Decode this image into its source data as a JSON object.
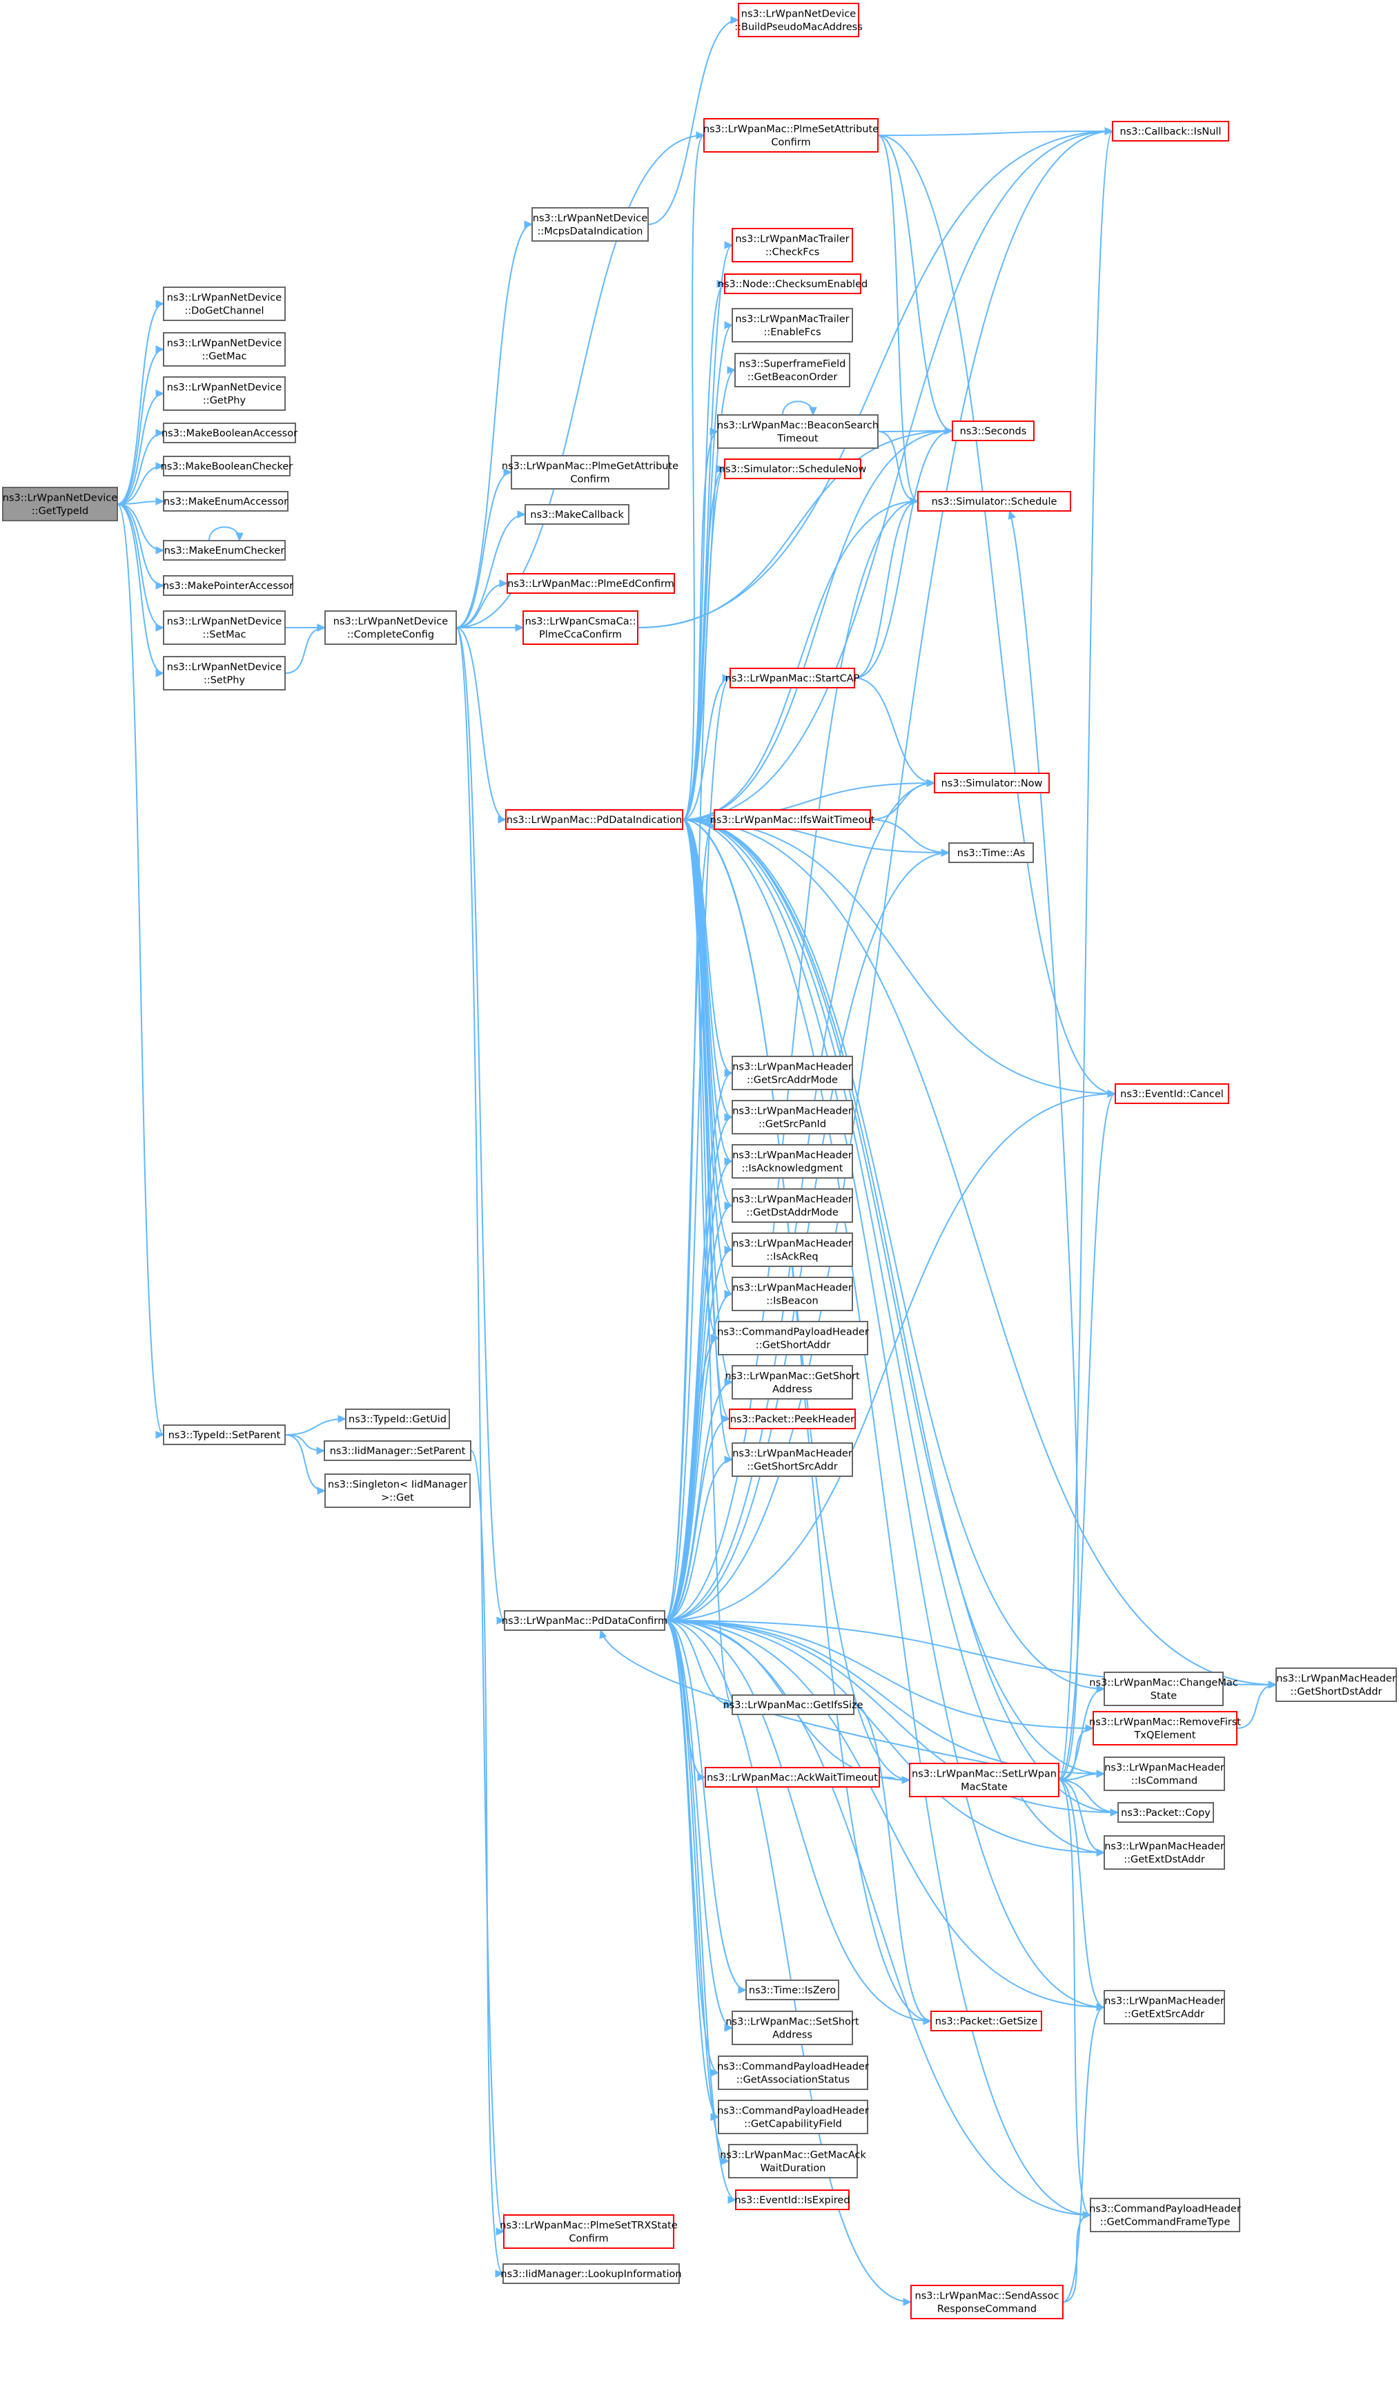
{
  "colors": {
    "edge": "#63b8ff",
    "root_fill": "#999999",
    "root_border": "#666666",
    "node_fill": "#ffffff",
    "plain_border": "#666666",
    "truncated_border": "#ff0000",
    "text": "#000000"
  },
  "nodes": [
    {
      "id": "root",
      "lines": [
        "ns3::LrWpanNetDevice",
        "::GetTypeId"
      ],
      "style": "root"
    },
    {
      "id": "doGetChannel",
      "lines": [
        "ns3::LrWpanNetDevice",
        "::DoGetChannel"
      ],
      "style": "plain"
    },
    {
      "id": "getMac",
      "lines": [
        "ns3::LrWpanNetDevice",
        "::GetMac"
      ],
      "style": "plain"
    },
    {
      "id": "getPhy",
      "lines": [
        "ns3::LrWpanNetDevice",
        "::GetPhy"
      ],
      "style": "plain"
    },
    {
      "id": "boolAccessor",
      "lines": [
        "ns3::MakeBooleanAccessor"
      ],
      "style": "plain"
    },
    {
      "id": "boolChecker",
      "lines": [
        "ns3::MakeBooleanChecker"
      ],
      "style": "plain"
    },
    {
      "id": "enumAccessor",
      "lines": [
        "ns3::MakeEnumAccessor"
      ],
      "style": "plain"
    },
    {
      "id": "enumChecker",
      "lines": [
        "ns3::MakeEnumChecker"
      ],
      "style": "plain"
    },
    {
      "id": "ptrAccessor",
      "lines": [
        "ns3::MakePointerAccessor"
      ],
      "style": "plain"
    },
    {
      "id": "setMac",
      "lines": [
        "ns3::LrWpanNetDevice",
        "::SetMac"
      ],
      "style": "plain"
    },
    {
      "id": "setPhy",
      "lines": [
        "ns3::LrWpanNetDevice",
        "::SetPhy"
      ],
      "style": "plain"
    },
    {
      "id": "typeSetParent",
      "lines": [
        "ns3::TypeId::SetParent"
      ],
      "style": "plain"
    },
    {
      "id": "completeConfig",
      "lines": [
        "ns3::LrWpanNetDevice",
        "::CompleteConfig"
      ],
      "style": "plain"
    },
    {
      "id": "typeGetUid",
      "lines": [
        "ns3::TypeId::GetUid"
      ],
      "style": "plain"
    },
    {
      "id": "iidSetParent",
      "lines": [
        "ns3::IidManager::SetParent"
      ],
      "style": "plain"
    },
    {
      "id": "singletonGet",
      "lines": [
        "ns3::Singleton< IidManager",
        ">::Get"
      ],
      "style": "plain"
    },
    {
      "id": "mcpsData",
      "lines": [
        "ns3::LrWpanNetDevice",
        "::McpsDataIndication"
      ],
      "style": "plain"
    },
    {
      "id": "plmeGetAttr",
      "lines": [
        "ns3::LrWpanMac::PlmeGetAttribute",
        "Confirm"
      ],
      "style": "plain"
    },
    {
      "id": "makeCallback",
      "lines": [
        "ns3::MakeCallback"
      ],
      "style": "plain"
    },
    {
      "id": "plmeEd",
      "lines": [
        "ns3::LrWpanMac::PlmeEdConfirm"
      ],
      "style": "truncated"
    },
    {
      "id": "plmeCca",
      "lines": [
        "ns3::LrWpanCsmaCa::",
        "PlmeCcaConfirm"
      ],
      "style": "truncated"
    },
    {
      "id": "pdDataInd",
      "lines": [
        "ns3::LrWpanMac::PdDataIndication"
      ],
      "style": "truncated"
    },
    {
      "id": "pdDataConf",
      "lines": [
        "ns3::LrWpanMac::PdDataConfirm"
      ],
      "style": "plain"
    },
    {
      "id": "plmeSetTrx",
      "lines": [
        "ns3::LrWpanMac::PlmeSetTRXState",
        "Confirm"
      ],
      "style": "truncated"
    },
    {
      "id": "lookupInfo",
      "lines": [
        "ns3::IidManager::LookupInformation"
      ],
      "style": "plain"
    },
    {
      "id": "buildPseudo",
      "lines": [
        "ns3::LrWpanNetDevice",
        "::BuildPseudoMacAddress"
      ],
      "style": "truncated"
    },
    {
      "id": "plmeSetAttr",
      "lines": [
        "ns3::LrWpanMac::PlmeSetAttribute",
        "Confirm"
      ],
      "style": "truncated"
    },
    {
      "id": "trailerCheck",
      "lines": [
        "ns3::LrWpanMacTrailer",
        "::CheckFcs"
      ],
      "style": "truncated"
    },
    {
      "id": "checksumEnabled",
      "lines": [
        "ns3::Node::ChecksumEnabled"
      ],
      "style": "truncated"
    },
    {
      "id": "trailerEnable",
      "lines": [
        "ns3::LrWpanMacTrailer",
        "::EnableFcs"
      ],
      "style": "plain"
    },
    {
      "id": "superframe",
      "lines": [
        "ns3::SuperframeField",
        "::GetBeaconOrder"
      ],
      "style": "plain"
    },
    {
      "id": "beaconSearch",
      "lines": [
        "ns3::LrWpanMac::BeaconSearch",
        "Timeout"
      ],
      "style": "plain"
    },
    {
      "id": "scheduleNow",
      "lines": [
        "ns3::Simulator::ScheduleNow"
      ],
      "style": "truncated"
    },
    {
      "id": "startCap",
      "lines": [
        "ns3::LrWpanMac::StartCAP"
      ],
      "style": "truncated"
    },
    {
      "id": "ifsWait",
      "lines": [
        "ns3::LrWpanMac::IfsWaitTimeout"
      ],
      "style": "truncated"
    },
    {
      "id": "hdrSrcAddrMode",
      "lines": [
        "ns3::LrWpanMacHeader",
        "::GetSrcAddrMode"
      ],
      "style": "plain"
    },
    {
      "id": "hdrSrcPanId",
      "lines": [
        "ns3::LrWpanMacHeader",
        "::GetSrcPanId"
      ],
      "style": "plain"
    },
    {
      "id": "hdrIsAck",
      "lines": [
        "ns3::LrWpanMacHeader",
        "::IsAcknowledgment"
      ],
      "style": "plain"
    },
    {
      "id": "hdrDstAddrMode",
      "lines": [
        "ns3::LrWpanMacHeader",
        "::GetDstAddrMode"
      ],
      "style": "plain"
    },
    {
      "id": "hdrIsAckReq",
      "lines": [
        "ns3::LrWpanMacHeader",
        "::IsAckReq"
      ],
      "style": "plain"
    },
    {
      "id": "hdrIsBeacon",
      "lines": [
        "ns3::LrWpanMacHeader",
        "::IsBeacon"
      ],
      "style": "plain"
    },
    {
      "id": "cmdShortAddr",
      "lines": [
        "ns3::CommandPayloadHeader",
        "::GetShortAddr"
      ],
      "style": "plain"
    },
    {
      "id": "macGetShort",
      "lines": [
        "ns3::LrWpanMac::GetShort",
        "Address"
      ],
      "style": "plain"
    },
    {
      "id": "peekHeader",
      "lines": [
        "ns3::Packet::PeekHeader"
      ],
      "style": "truncated"
    },
    {
      "id": "hdrShortSrc",
      "lines": [
        "ns3::LrWpanMacHeader",
        "::GetShortSrcAddr"
      ],
      "style": "plain"
    },
    {
      "id": "getIfsSize",
      "lines": [
        "ns3::LrWpanMac::GetIfsSize"
      ],
      "style": "plain"
    },
    {
      "id": "ackWait",
      "lines": [
        "ns3::LrWpanMac::AckWaitTimeout"
      ],
      "style": "truncated"
    },
    {
      "id": "timeIsZero",
      "lines": [
        "ns3::Time::IsZero"
      ],
      "style": "plain"
    },
    {
      "id": "setShortAddr",
      "lines": [
        "ns3::LrWpanMac::SetShort",
        "Address"
      ],
      "style": "plain"
    },
    {
      "id": "cmdAssocStatus",
      "lines": [
        "ns3::CommandPayloadHeader",
        "::GetAssociationStatus"
      ],
      "style": "plain"
    },
    {
      "id": "cmdCapField",
      "lines": [
        "ns3::CommandPayloadHeader",
        "::GetCapabilityField"
      ],
      "style": "plain"
    },
    {
      "id": "macAckWait",
      "lines": [
        "ns3::LrWpanMac::GetMacAck",
        "WaitDuration"
      ],
      "style": "plain"
    },
    {
      "id": "isExpired",
      "lines": [
        "ns3::EventId::IsExpired"
      ],
      "style": "truncated"
    },
    {
      "id": "sendAssoc",
      "lines": [
        "ns3::LrWpanMac::SendAssoc",
        "ResponseCommand"
      ],
      "style": "truncated"
    },
    {
      "id": "callbackIsNull",
      "lines": [
        "ns3::Callback::IsNull"
      ],
      "style": "truncated"
    },
    {
      "id": "seconds",
      "lines": [
        "ns3::Seconds"
      ],
      "style": "truncated"
    },
    {
      "id": "schedule",
      "lines": [
        "ns3::Simulator::Schedule"
      ],
      "style": "truncated"
    },
    {
      "id": "simNow",
      "lines": [
        "ns3::Simulator::Now"
      ],
      "style": "truncated"
    },
    {
      "id": "timeAs",
      "lines": [
        "ns3::Time::As"
      ],
      "style": "plain"
    },
    {
      "id": "eventCancel",
      "lines": [
        "ns3::EventId::Cancel"
      ],
      "style": "truncated"
    },
    {
      "id": "setState",
      "lines": [
        "ns3::LrWpanMac::SetLrWpan",
        "MacState"
      ],
      "style": "truncated"
    },
    {
      "id": "packetGetSize",
      "lines": [
        "ns3::Packet::GetSize"
      ],
      "style": "truncated"
    },
    {
      "id": "changeMac",
      "lines": [
        "ns3::LrWpanMac::ChangeMac",
        "State"
      ],
      "style": "plain"
    },
    {
      "id": "removeFirst",
      "lines": [
        "ns3::LrWpanMac::RemoveFirst",
        "TxQElement"
      ],
      "style": "truncated"
    },
    {
      "id": "hdrIsCommand",
      "lines": [
        "ns3::LrWpanMacHeader",
        "::IsCommand"
      ],
      "style": "plain"
    },
    {
      "id": "packetCopy",
      "lines": [
        "ns3::Packet::Copy"
      ],
      "style": "plain"
    },
    {
      "id": "hdrExtDst",
      "lines": [
        "ns3::LrWpanMacHeader",
        "::GetExtDstAddr"
      ],
      "style": "plain"
    },
    {
      "id": "hdrExtSrc",
      "lines": [
        "ns3::LrWpanMacHeader",
        "::GetExtSrcAddr"
      ],
      "style": "plain"
    },
    {
      "id": "cmdFrameType",
      "lines": [
        "ns3::CommandPayloadHeader",
        "::GetCommandFrameType"
      ],
      "style": "plain"
    },
    {
      "id": "hdrShortDst",
      "lines": [
        "ns3::LrWpanMacHeader",
        "::GetShortDstAddr"
      ],
      "style": "plain"
    }
  ],
  "edges": [
    [
      "root",
      "doGetChannel"
    ],
    [
      "root",
      "getMac"
    ],
    [
      "root",
      "getPhy"
    ],
    [
      "root",
      "boolAccessor"
    ],
    [
      "root",
      "boolChecker"
    ],
    [
      "root",
      "enumAccessor"
    ],
    [
      "root",
      "enumChecker"
    ],
    [
      "root",
      "ptrAccessor"
    ],
    [
      "root",
      "setMac"
    ],
    [
      "root",
      "setPhy"
    ],
    [
      "root",
      "typeSetParent"
    ],
    [
      "enumChecker",
      "enumChecker"
    ],
    [
      "setMac",
      "completeConfig"
    ],
    [
      "setPhy",
      "completeConfig"
    ],
    [
      "typeSetParent",
      "typeGetUid"
    ],
    [
      "typeSetParent",
      "iidSetParent"
    ],
    [
      "typeSetParent",
      "singletonGet"
    ],
    [
      "iidSetParent",
      "lookupInfo"
    ],
    [
      "completeConfig",
      "mcpsData"
    ],
    [
      "completeConfig",
      "plmeGetAttr"
    ],
    [
      "completeConfig",
      "makeCallback"
    ],
    [
      "completeConfig",
      "plmeEd"
    ],
    [
      "completeConfig",
      "plmeCca"
    ],
    [
      "completeConfig",
      "pdDataInd"
    ],
    [
      "completeConfig",
      "pdDataConf"
    ],
    [
      "completeConfig",
      "plmeSetTrx"
    ],
    [
      "completeConfig",
      "plmeSetAttr"
    ],
    [
      "mcpsData",
      "buildPseudo"
    ],
    [
      "plmeCca",
      "callbackIsNull"
    ],
    [
      "plmeCca",
      "seconds"
    ],
    [
      "plmeSetAttr",
      "callbackIsNull"
    ],
    [
      "plmeSetAttr",
      "seconds"
    ],
    [
      "plmeSetAttr",
      "schedule"
    ],
    [
      "plmeSetAttr",
      "eventCancel"
    ],
    [
      "beaconSearch",
      "beaconSearch"
    ],
    [
      "beaconSearch",
      "seconds"
    ],
    [
      "beaconSearch",
      "schedule"
    ],
    [
      "startCap",
      "seconds"
    ],
    [
      "startCap",
      "schedule"
    ],
    [
      "startCap",
      "simNow"
    ],
    [
      "ifsWait",
      "simNow"
    ],
    [
      "ifsWait",
      "timeAs"
    ],
    [
      "pdDataInd",
      "plmeSetAttr"
    ],
    [
      "pdDataInd",
      "trailerCheck"
    ],
    [
      "pdDataInd",
      "checksumEnabled"
    ],
    [
      "pdDataInd",
      "trailerEnable"
    ],
    [
      "pdDataInd",
      "superframe"
    ],
    [
      "pdDataInd",
      "beaconSearch"
    ],
    [
      "pdDataInd",
      "scheduleNow"
    ],
    [
      "pdDataInd",
      "startCap"
    ],
    [
      "pdDataInd",
      "ifsWait"
    ],
    [
      "pdDataInd",
      "hdrSrcAddrMode"
    ],
    [
      "pdDataInd",
      "hdrSrcPanId"
    ],
    [
      "pdDataInd",
      "hdrIsAck"
    ],
    [
      "pdDataInd",
      "hdrDstAddrMode"
    ],
    [
      "pdDataInd",
      "hdrIsAckReq"
    ],
    [
      "pdDataInd",
      "hdrIsBeacon"
    ],
    [
      "pdDataInd",
      "cmdShortAddr"
    ],
    [
      "pdDataInd",
      "macGetShort"
    ],
    [
      "pdDataInd",
      "peekHeader"
    ],
    [
      "pdDataInd",
      "hdrShortSrc"
    ],
    [
      "pdDataInd",
      "getIfsSize"
    ],
    [
      "pdDataInd",
      "callbackIsNull"
    ],
    [
      "pdDataInd",
      "seconds"
    ],
    [
      "pdDataInd",
      "schedule"
    ],
    [
      "pdDataInd",
      "simNow"
    ],
    [
      "pdDataInd",
      "timeAs"
    ],
    [
      "pdDataInd",
      "eventCancel"
    ],
    [
      "pdDataInd",
      "setState"
    ],
    [
      "pdDataInd",
      "packetGetSize"
    ],
    [
      "pdDataInd",
      "changeMac"
    ],
    [
      "pdDataInd",
      "hdrIsCommand"
    ],
    [
      "pdDataInd",
      "packetCopy"
    ],
    [
      "pdDataInd",
      "hdrExtDst"
    ],
    [
      "pdDataInd",
      "hdrExtSrc"
    ],
    [
      "pdDataInd",
      "cmdFrameType"
    ],
    [
      "pdDataInd",
      "hdrShortDst"
    ],
    [
      "pdDataConf",
      "scheduleNow"
    ],
    [
      "pdDataConf",
      "startCap"
    ],
    [
      "pdDataConf",
      "ifsWait"
    ],
    [
      "pdDataConf",
      "hdrSrcAddrMode"
    ],
    [
      "pdDataConf",
      "hdrSrcPanId"
    ],
    [
      "pdDataConf",
      "hdrIsAck"
    ],
    [
      "pdDataConf",
      "hdrDstAddrMode"
    ],
    [
      "pdDataConf",
      "hdrIsAckReq"
    ],
    [
      "pdDataConf",
      "hdrIsBeacon"
    ],
    [
      "pdDataConf",
      "cmdShortAddr"
    ],
    [
      "pdDataConf",
      "macGetShort"
    ],
    [
      "pdDataConf",
      "peekHeader"
    ],
    [
      "pdDataConf",
      "hdrShortSrc"
    ],
    [
      "pdDataConf",
      "getIfsSize"
    ],
    [
      "pdDataConf",
      "ackWait"
    ],
    [
      "pdDataConf",
      "timeIsZero"
    ],
    [
      "pdDataConf",
      "setShortAddr"
    ],
    [
      "pdDataConf",
      "cmdAssocStatus"
    ],
    [
      "pdDataConf",
      "cmdCapField"
    ],
    [
      "pdDataConf",
      "macAckWait"
    ],
    [
      "pdDataConf",
      "isExpired"
    ],
    [
      "pdDataConf",
      "sendAssoc"
    ],
    [
      "pdDataConf",
      "callbackIsNull"
    ],
    [
      "pdDataConf",
      "schedule"
    ],
    [
      "pdDataConf",
      "simNow"
    ],
    [
      "pdDataConf",
      "timeAs"
    ],
    [
      "pdDataConf",
      "eventCancel"
    ],
    [
      "pdDataConf",
      "setState"
    ],
    [
      "pdDataConf",
      "packetGetSize"
    ],
    [
      "pdDataConf",
      "removeFirst"
    ],
    [
      "pdDataConf",
      "hdrIsCommand"
    ],
    [
      "pdDataConf",
      "packetCopy"
    ],
    [
      "pdDataConf",
      "hdrExtDst"
    ],
    [
      "pdDataConf",
      "hdrExtSrc"
    ],
    [
      "pdDataConf",
      "cmdFrameType"
    ],
    [
      "pdDataConf",
      "hdrShortDst"
    ],
    [
      "getIfsSize",
      "packetGetSize"
    ],
    [
      "ackWait",
      "setState"
    ],
    [
      "setState",
      "callbackIsNull"
    ],
    [
      "setState",
      "schedule"
    ],
    [
      "setState",
      "eventCancel"
    ],
    [
      "setState",
      "changeMac"
    ],
    [
      "setState",
      "removeFirst"
    ],
    [
      "setState",
      "hdrIsCommand"
    ],
    [
      "setState",
      "packetCopy"
    ],
    [
      "setState",
      "hdrExtDst"
    ],
    [
      "setState",
      "hdrExtSrc"
    ],
    [
      "setState",
      "cmdFrameType"
    ],
    [
      "setState",
      "pdDataConf"
    ],
    [
      "removeFirst",
      "hdrShortDst"
    ],
    [
      "sendAssoc",
      "hdrExtSrc"
    ],
    [
      "sendAssoc",
      "cmdFrameType"
    ]
  ]
}
